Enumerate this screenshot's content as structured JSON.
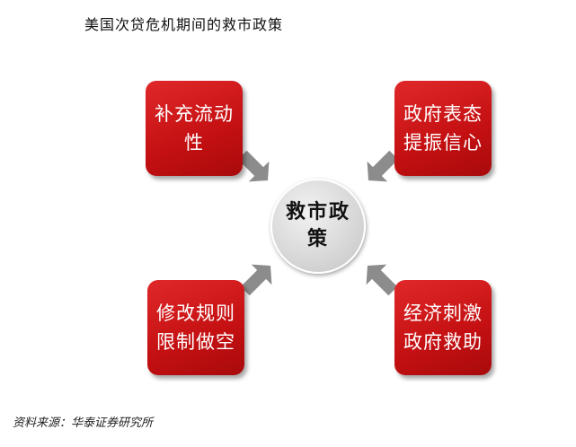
{
  "title": "美国次贷危机期间的救市政策",
  "center": {
    "label": "救市政策"
  },
  "policies": {
    "top_left": "补充流动性",
    "top_right": "政府表态提振信心",
    "bottom_left": "修改规则限制做空",
    "bottom_right": "经济刺激政府救助"
  },
  "source": "资料来源：华泰证券研究所",
  "colors": {
    "box_red": "#c41012",
    "arrow_gray": "#8c8c8c",
    "circle_gray": "#d9d9d9"
  }
}
